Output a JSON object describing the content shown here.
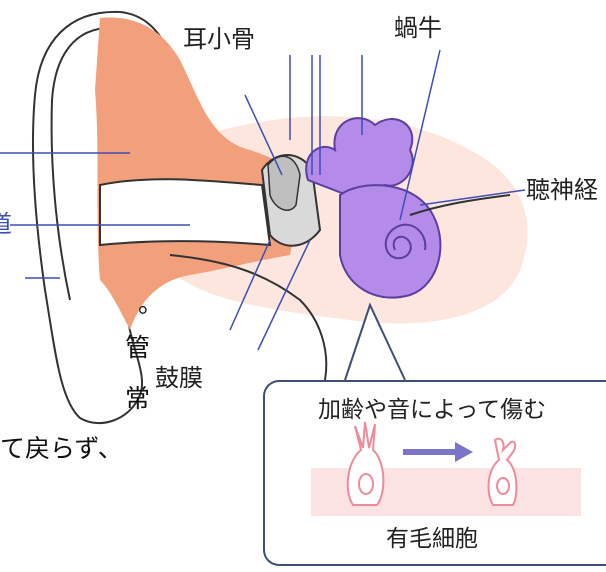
{
  "labels": {
    "ossicles": "耳小骨",
    "cochlea": "蝸牛",
    "auditory_nerve": "聴神経",
    "eardrum": "鼓膜",
    "hair_cells": "有毛細胞",
    "damage_caption": "加齢や音によって傷む",
    "cut_off_left": "道"
  },
  "fragments": [
    "。",
    "管",
    "常",
    "て戻らず、"
  ],
  "colors": {
    "outer_ear": "#f2a07b",
    "cochlea": "#b48be8",
    "line": "#3b4fb8",
    "callout_border": "#3d4f78",
    "hair_cell": "#f08a9a",
    "arrow": "#7b74c8"
  }
}
